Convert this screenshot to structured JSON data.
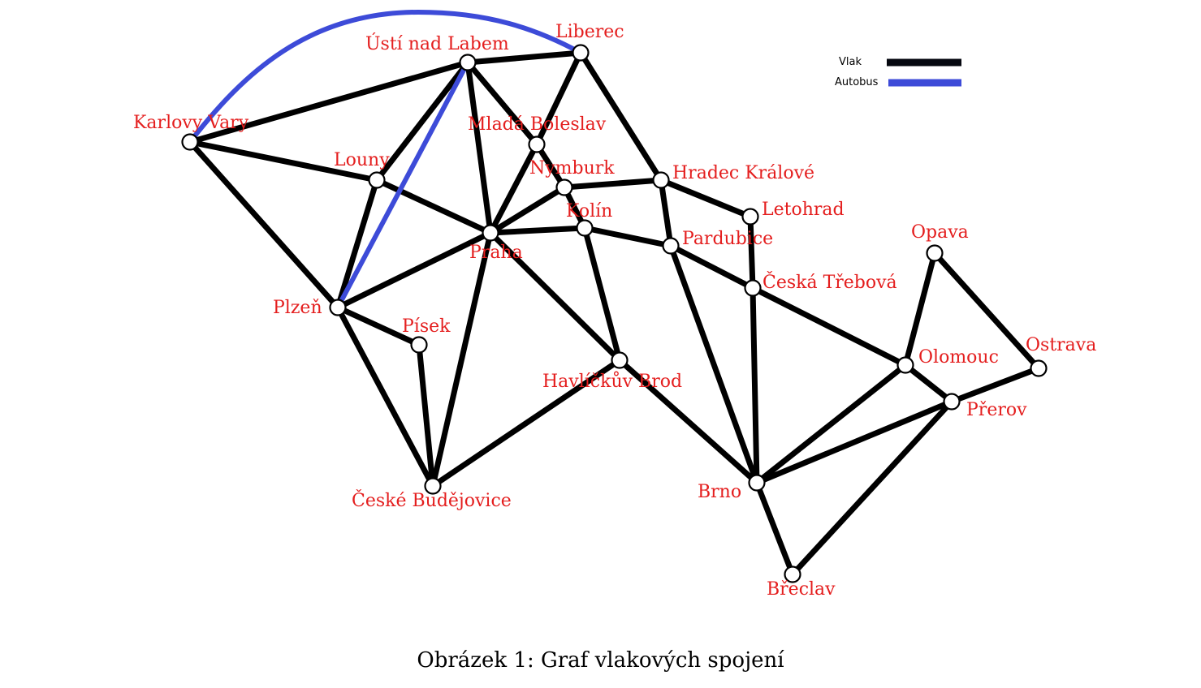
{
  "legend": {
    "items": [
      {
        "label": "Vlak",
        "color": "#05070f"
      },
      {
        "label": "Autobus",
        "color": "#3d4bd8"
      }
    ]
  },
  "caption": "Obrázek 1: Graf vlakových spojení",
  "graph": {
    "nodes": [
      {
        "id": "karlovy_vary",
        "label": "Karlovy Vary"
      },
      {
        "id": "usti",
        "label": "Ústí nad Labem"
      },
      {
        "id": "liberec",
        "label": "Liberec"
      },
      {
        "id": "mlada_boleslav",
        "label": "Mladá Boleslav"
      },
      {
        "id": "louny",
        "label": "Louny"
      },
      {
        "id": "nymburk",
        "label": "Nymburk"
      },
      {
        "id": "hradec",
        "label": "Hradec Králové"
      },
      {
        "id": "letohrad",
        "label": "Letohrad"
      },
      {
        "id": "kolin",
        "label": "Kolín"
      },
      {
        "id": "praha",
        "label": "Praha"
      },
      {
        "id": "pardubice",
        "label": "Pardubice"
      },
      {
        "id": "opava",
        "label": "Opava"
      },
      {
        "id": "ceska_trebova",
        "label": "Česká Třebová"
      },
      {
        "id": "plzen",
        "label": "Plzeň"
      },
      {
        "id": "pisek",
        "label": "Písek"
      },
      {
        "id": "havlickuv_brod",
        "label": "Havlíčkův Brod"
      },
      {
        "id": "olomouc",
        "label": "Olomouc"
      },
      {
        "id": "ostrava",
        "label": "Ostrava"
      },
      {
        "id": "prerov",
        "label": "Přerov"
      },
      {
        "id": "brno",
        "label": "Brno"
      },
      {
        "id": "ceske_budejovice",
        "label": "České Budějovice"
      },
      {
        "id": "breclav",
        "label": "Břeclav"
      }
    ],
    "edges": [
      {
        "from": "karlovy_vary",
        "to": "usti",
        "type": "Vlak"
      },
      {
        "from": "karlovy_vary",
        "to": "louny",
        "type": "Vlak"
      },
      {
        "from": "karlovy_vary",
        "to": "plzen",
        "type": "Vlak"
      },
      {
        "from": "usti",
        "to": "liberec",
        "type": "Vlak"
      },
      {
        "from": "usti",
        "to": "louny",
        "type": "Vlak"
      },
      {
        "from": "usti",
        "to": "mlada_boleslav",
        "type": "Vlak"
      },
      {
        "from": "usti",
        "to": "praha",
        "type": "Vlak"
      },
      {
        "from": "liberec",
        "to": "mlada_boleslav",
        "type": "Vlak"
      },
      {
        "from": "liberec",
        "to": "hradec",
        "type": "Vlak"
      },
      {
        "from": "mlada_boleslav",
        "to": "praha",
        "type": "Vlak"
      },
      {
        "from": "mlada_boleslav",
        "to": "nymburk",
        "type": "Vlak"
      },
      {
        "from": "louny",
        "to": "praha",
        "type": "Vlak"
      },
      {
        "from": "louny",
        "to": "plzen",
        "type": "Vlak"
      },
      {
        "from": "nymburk",
        "to": "praha",
        "type": "Vlak"
      },
      {
        "from": "nymburk",
        "to": "hradec",
        "type": "Vlak"
      },
      {
        "from": "nymburk",
        "to": "kolin",
        "type": "Vlak"
      },
      {
        "from": "hradec",
        "to": "letohrad",
        "type": "Vlak"
      },
      {
        "from": "hradec",
        "to": "pardubice",
        "type": "Vlak"
      },
      {
        "from": "letohrad",
        "to": "ceska_trebova",
        "type": "Vlak"
      },
      {
        "from": "praha",
        "to": "kolin",
        "type": "Vlak"
      },
      {
        "from": "praha",
        "to": "plzen",
        "type": "Vlak"
      },
      {
        "from": "praha",
        "to": "havlickuv_brod",
        "type": "Vlak"
      },
      {
        "from": "praha",
        "to": "ceske_budejovice",
        "type": "Vlak"
      },
      {
        "from": "kolin",
        "to": "pardubice",
        "type": "Vlak"
      },
      {
        "from": "kolin",
        "to": "havlickuv_brod",
        "type": "Vlak"
      },
      {
        "from": "pardubice",
        "to": "ceska_trebova",
        "type": "Vlak"
      },
      {
        "from": "pardubice",
        "to": "brno",
        "type": "Vlak"
      },
      {
        "from": "ceska_trebova",
        "to": "olomouc",
        "type": "Vlak"
      },
      {
        "from": "ceska_trebova",
        "to": "brno",
        "type": "Vlak"
      },
      {
        "from": "opava",
        "to": "olomouc",
        "type": "Vlak"
      },
      {
        "from": "opava",
        "to": "ostrava",
        "type": "Vlak"
      },
      {
        "from": "plzen",
        "to": "pisek",
        "type": "Vlak"
      },
      {
        "from": "plzen",
        "to": "ceske_budejovice",
        "type": "Vlak"
      },
      {
        "from": "pisek",
        "to": "ceske_budejovice",
        "type": "Vlak"
      },
      {
        "from": "havlickuv_brod",
        "to": "ceske_budejovice",
        "type": "Vlak"
      },
      {
        "from": "havlickuv_brod",
        "to": "brno",
        "type": "Vlak"
      },
      {
        "from": "olomouc",
        "to": "brno",
        "type": "Vlak"
      },
      {
        "from": "olomouc",
        "to": "prerov",
        "type": "Vlak"
      },
      {
        "from": "ostrava",
        "to": "prerov",
        "type": "Vlak"
      },
      {
        "from": "prerov",
        "to": "brno",
        "type": "Vlak"
      },
      {
        "from": "prerov",
        "to": "breclav",
        "type": "Vlak"
      },
      {
        "from": "brno",
        "to": "breclav",
        "type": "Vlak"
      },
      {
        "from": "karlovy_vary",
        "to": "liberec",
        "type": "Autobus"
      },
      {
        "from": "usti",
        "to": "plzen",
        "type": "Autobus"
      }
    ]
  }
}
